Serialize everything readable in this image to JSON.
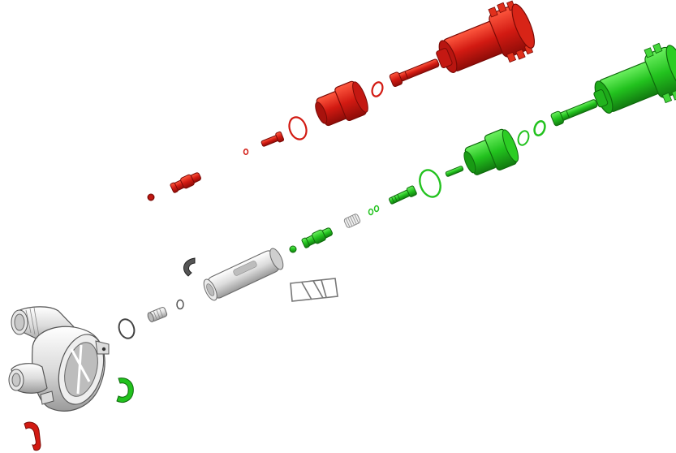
{
  "diagram": {
    "kind": "exploded-assembly",
    "background": "#ffffff",
    "colors": {
      "red_set": "#d21a12",
      "red_dark": "#8e0c08",
      "green_set": "#22c21e",
      "green_dark": "#127a10",
      "housing_grey": "#d9d9d9",
      "outline": "#3a3a3a"
    },
    "red_chain": [
      "toothed-drive-knob",
      "long-shaft-pin",
      "small-o-ring",
      "square-nut-body",
      "large-o-ring",
      "short-pin",
      "tiny-ring",
      "plunger",
      "small-screw"
    ],
    "green_chain": [
      "toothed-drive-knob",
      "long-shaft-pin",
      "o-ring-pair",
      "hex-nut-body",
      "short-rod",
      "large-o-ring",
      "threaded-pin",
      "tiny-ring-pair",
      "spring",
      "plunger",
      "small-ball"
    ],
    "grey_parts": [
      "valve-housing",
      "o-ring",
      "threaded-insert",
      "small-ring",
      "c-clip",
      "cylinder-sleeve",
      "wire-retainer"
    ],
    "loose_clips": [
      "green-clip",
      "red-clip"
    ]
  }
}
